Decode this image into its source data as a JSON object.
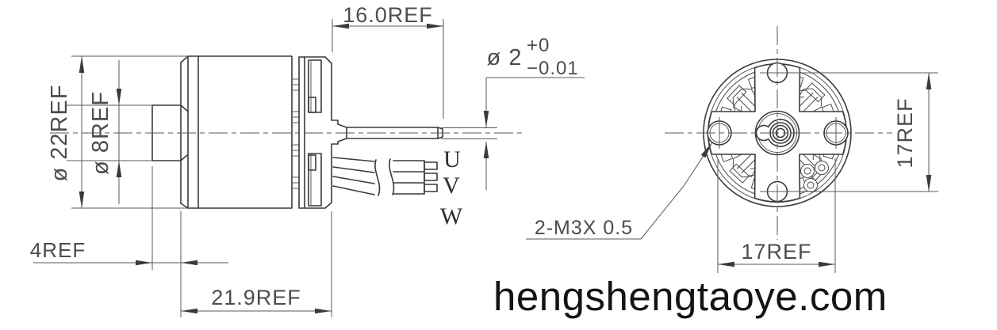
{
  "drawing": {
    "side_view": {
      "dimensions": {
        "shaft_extension": "16.0REF",
        "shaft_diameter": {
          "label": "ø 2",
          "tol_plus": "+0",
          "tol_minus": "−0.01"
        },
        "body_diameter": "ø 22REF",
        "boss_diameter": "ø 8REF",
        "boss_length": "4REF",
        "body_length": "21.9REF"
      },
      "wire_labels": [
        "U",
        "V",
        "W"
      ]
    },
    "front_view": {
      "dimensions": {
        "hole_spacing_vertical": "17REF",
        "hole_spacing_horizontal": "17REF"
      },
      "thread_callout": "2-M3X 0.5"
    },
    "watermark": "hengshengtaoye.com"
  }
}
